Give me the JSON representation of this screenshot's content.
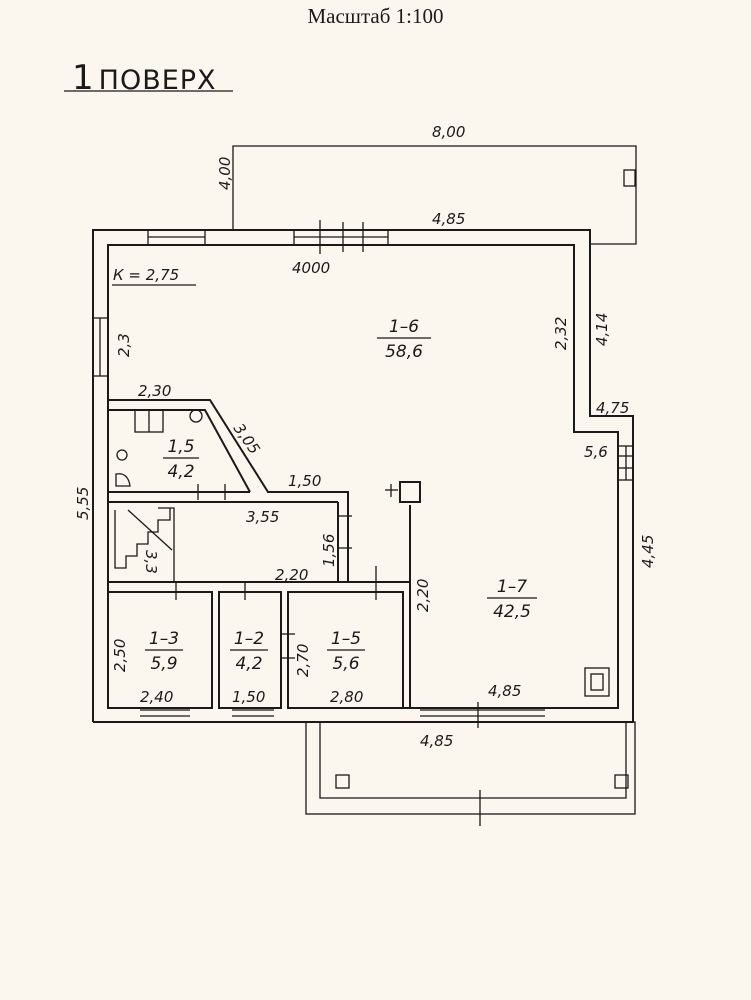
{
  "header": {
    "scale": "Масштаб 1:100",
    "floor_number": "1",
    "floor_label": "ПОВЕРХ"
  },
  "rooms": [
    {
      "id": "1–6",
      "area": "58,6"
    },
    {
      "id": "1,5",
      "area": "4,2"
    },
    {
      "id": "1–7",
      "area": "42,5"
    },
    {
      "id": "1–3",
      "area": "5,9"
    },
    {
      "id": "1–2",
      "area": "4,2"
    },
    {
      "id": "1–5",
      "area": "5,6"
    }
  ],
  "dimensions": {
    "top_terrace_width": "8,00",
    "top_terrace_depth": "4,00",
    "top_wall_right": "4,85",
    "top_wall_left": "4000",
    "k_height": "К = 2,75",
    "left_top": "2,3",
    "left_total": "5,55",
    "right_upper_inner": "2,32",
    "right_upper_outer": "4,14",
    "step_width": "4,75",
    "step_height": "5,6",
    "right_lower": "4,45",
    "bath_top": "2,30",
    "bath_diag": "3,05",
    "corridor_top": "1,50",
    "corridor_width": "3,55",
    "corridor_height": "1,56",
    "corridor_bottom": "2,20",
    "stair_mark": "3,3",
    "room_1_7_left": "2,20",
    "room_1_3_height": "2,50",
    "room_1_3_width": "2,40",
    "room_1_2_width": "1,50",
    "room_1_5_height": "2,70",
    "room_1_5_width": "2,80",
    "room_1_7_bottom": "4,85",
    "bottom_terrace_width": "4,85"
  }
}
